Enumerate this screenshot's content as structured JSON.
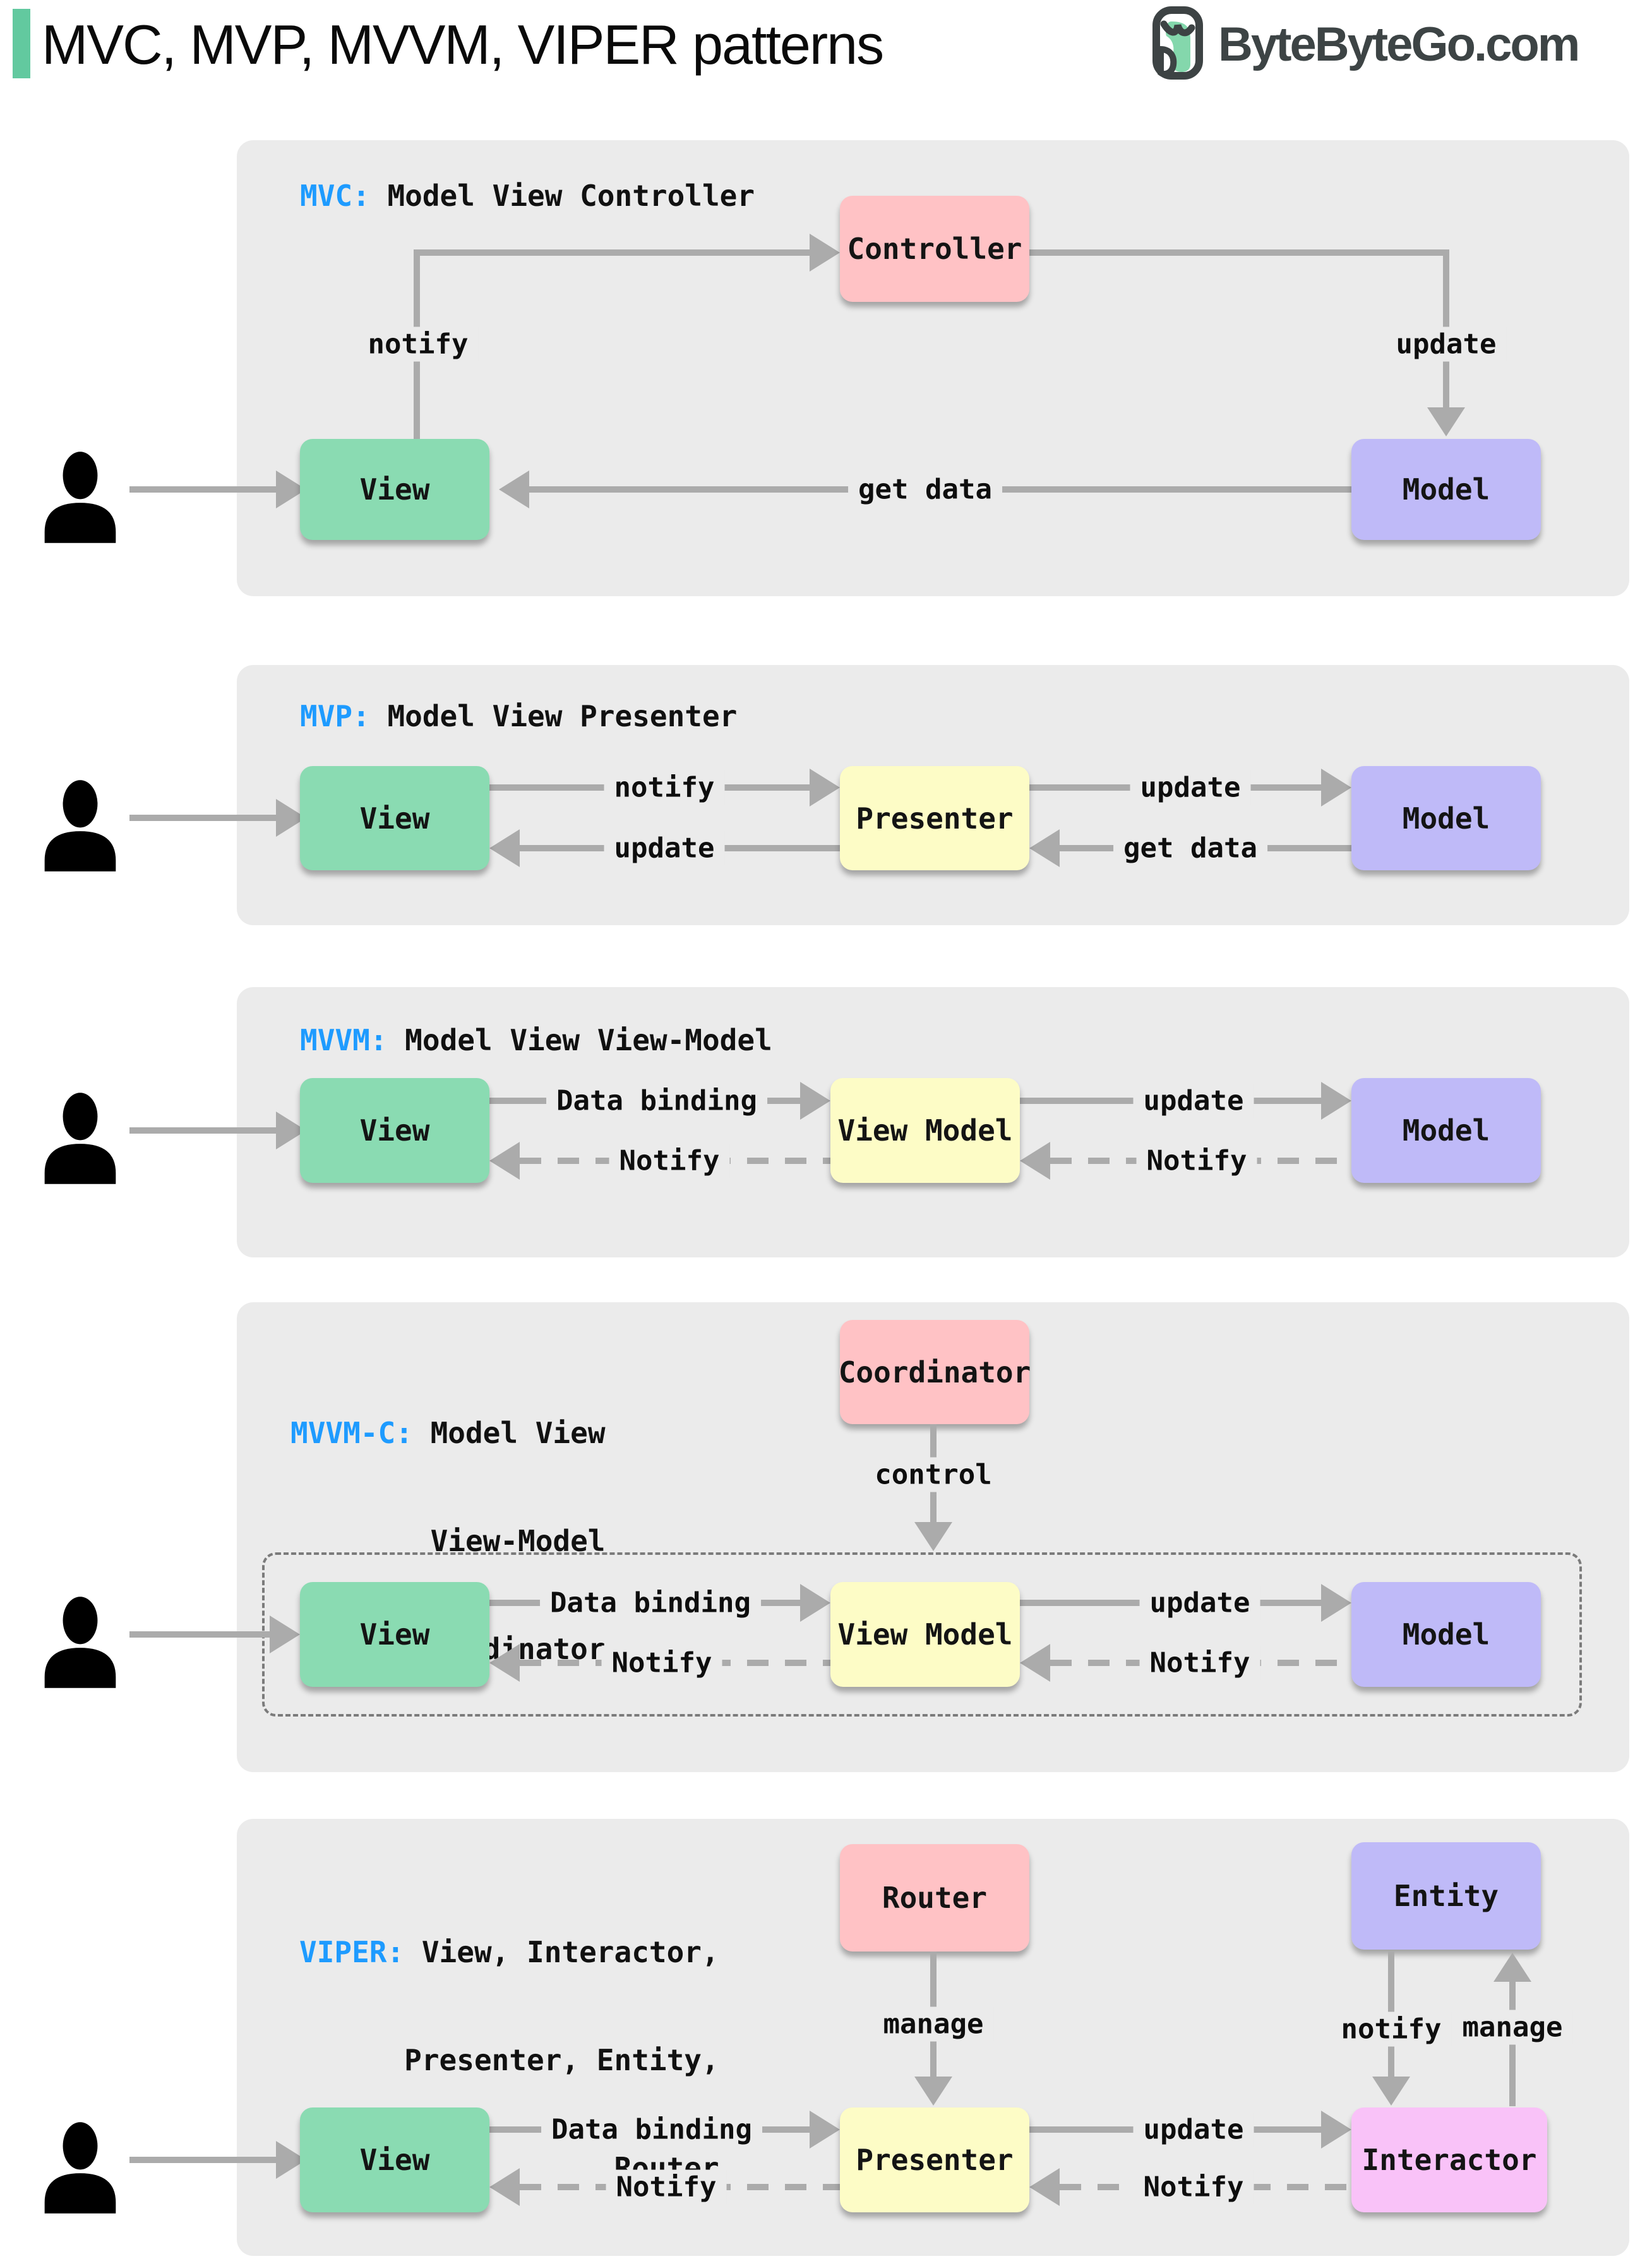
{
  "header": {
    "title": "MVC, MVP, MVVM, VIPER patterns",
    "brand": "ByteByteGo.com"
  },
  "colors": {
    "accent": "#62c99f",
    "blue": "#1e9bff",
    "green": "#8adbb2",
    "pink": "#ffc2c5",
    "purple": "#bfbaf8",
    "yellow": "#fdfcc6",
    "magenta": "#f9c2f8",
    "arrow": "#ababab",
    "panel": "#ebebeb",
    "brand": "#3d4445"
  },
  "sections": {
    "mvc": {
      "tag": "MVC:",
      "subtitle": " Model View Controller",
      "nodes": {
        "view": "View",
        "controller": "Controller",
        "model": "Model"
      },
      "labels": {
        "notify": "notify",
        "update": "update",
        "get_data": "get data"
      }
    },
    "mvp": {
      "tag": "MVP:",
      "subtitle": " Model View Presenter",
      "nodes": {
        "view": "View",
        "presenter": "Presenter",
        "model": "Model"
      },
      "labels": {
        "notify": "notify",
        "update_view": "update",
        "update_model": "update",
        "get_data": "get data"
      }
    },
    "mvvm": {
      "tag": "MVVM:",
      "subtitle": " Model View View-Model",
      "nodes": {
        "view": "View",
        "view_model": "View Model",
        "model": "Model"
      },
      "labels": {
        "data_binding": "Data binding",
        "notify_view": "Notify",
        "update": "update",
        "notify_vm": "Notify"
      }
    },
    "mvvmc": {
      "tag": "MVVM-C:",
      "subtitle_lines": [
        " Model View",
        "View-Model",
        "Coordinator"
      ],
      "nodes": {
        "coordinator": "Coordinator",
        "view": "View",
        "view_model": "View Model",
        "model": "Model"
      },
      "labels": {
        "control": "control",
        "data_binding": "Data binding",
        "notify_view": "Notify",
        "update": "update",
        "notify_vm": "Notify"
      }
    },
    "viper": {
      "tag": "VIPER:",
      "subtitle_lines": [
        " View, Interactor,",
        "Presenter, Entity,",
        "Router"
      ],
      "nodes": {
        "router": "Router",
        "entity": "Entity",
        "view": "View",
        "presenter": "Presenter",
        "interactor": "Interactor"
      },
      "labels": {
        "manage_router": "manage",
        "notify_entity": "notify",
        "manage_interactor": "manage",
        "data_binding": "Data binding",
        "notify_view": "Notify",
        "update": "update",
        "notify_presenter": "Notify"
      }
    }
  }
}
